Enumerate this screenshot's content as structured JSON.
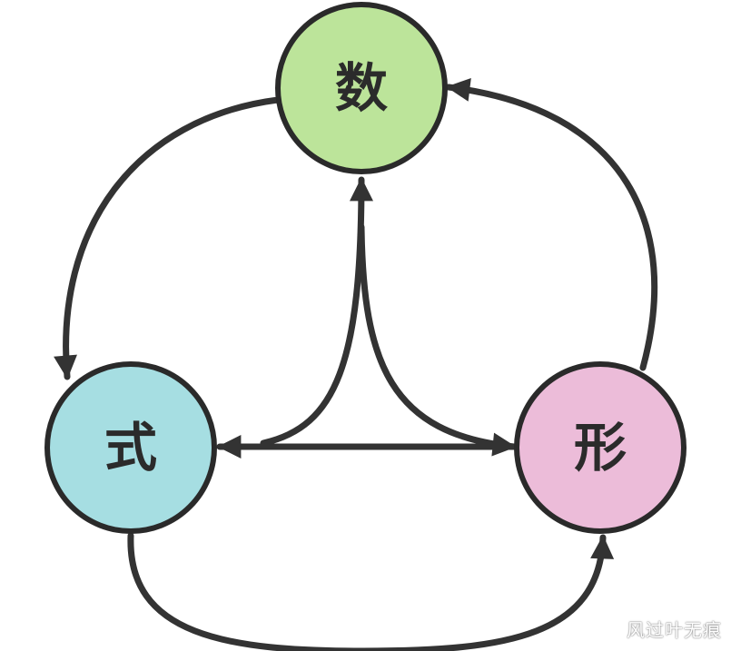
{
  "diagram": {
    "nodes": {
      "shu": {
        "label": "数",
        "color": "#bce49a"
      },
      "shi": {
        "label": "式",
        "color": "#a6dee2"
      },
      "xing": {
        "label": "形",
        "color": "#ecbcd9"
      }
    },
    "edge_color": "#333333"
  },
  "watermark": {
    "text": "风过叶无痕"
  }
}
